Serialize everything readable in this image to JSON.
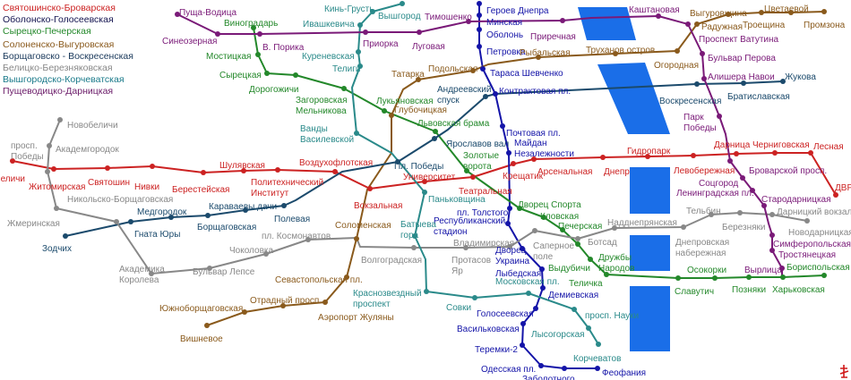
{
  "lines": [
    {
      "id": "red",
      "name": "Святошинско-Броварская",
      "color": "#cc2222",
      "stations": [
        "Беличи",
        "Житомирская",
        "Святошин",
        "Нивки",
        "Берестейская",
        "Шулявская",
        "Политехнический Институт",
        "Воздухофлотская",
        "Вокзальная",
        "Университет",
        "Театральная",
        "Крещатик",
        "Арсенальная",
        "Днепр",
        "Гидропарк",
        "Левобережная",
        "Дарница",
        "Черниговская",
        "Лесная",
        "ДВРЗ"
      ]
    },
    {
      "id": "blue",
      "name": "Оболонско-Голосеевская",
      "color": "#1414a8",
      "stations": [
        "Героев Днепра",
        "Минская",
        "Оболонь",
        "Петровка",
        "Тараса Шевченко",
        "Контрактовая пл.",
        "Почтовая пл.",
        "Майдан Незалежности",
        "пл. Толстого",
        "Республиканский стадион",
        "Дворец Украина",
        "Лыбедская",
        "Демиевская",
        "Голосеевская",
        "Васильковская",
        "Теремки-2",
        "Одесская пл.",
        "Заболотного",
        "Феофания"
      ]
    },
    {
      "id": "green",
      "name": "Сырецко-Печерская",
      "color": "#23882a",
      "stations": [
        "Виноградарь",
        "Мостицкая",
        "Сырецкая",
        "Дорогожичи",
        "Загоровская Мельникова",
        "Лукьяновская",
        "Львовская брама",
        "Золотые ворота",
        "Дворец Спорта",
        "Кловская",
        "Печерская",
        "Выдубичи",
        "Дружбы Народов",
        "Теличка",
        "Славутич",
        "Осокорки",
        "Позняки",
        "Харьковская",
        "Бориспольская"
      ]
    },
    {
      "id": "brown",
      "name": "Солоненско-Выгуровская",
      "color": "#8a5a1c",
      "stations": [
        "Вишневое",
        "Южноборщаговская",
        "Отрадный просп.",
        "Аэропорт Жуляны",
        "Севастопольская пл.",
        "Соломенская",
        "Глубочицкая",
        "Татарка",
        "Подольская",
        "Рыбальская",
        "Труханов остров",
        "Огородная",
        "Радужная",
        "Выгуровщина",
        "Троещина",
        "Цветаевой",
        "Промзона"
      ]
    },
    {
      "id": "navy",
      "name": "Борщаговско - Воскресенская",
      "color": "#1b4a6c",
      "stations": [
        "Зодчих",
        "Гната Юры",
        "Медгородок",
        "Борщаговская",
        "Караваевы дачи",
        "Полевая",
        "Пл. Победы",
        "Ярославов вал",
        "Андреевский спуск",
        "Воскресенская",
        "Братиславская",
        "Жукова"
      ]
    },
    {
      "id": "gray",
      "name": "Белицко-Березняковская",
      "color": "#888888",
      "stations": [
        "Новобеличи",
        "Академгородок",
        "просп. Победы",
        "Жмеринская",
        "Никольско-Борщаговская",
        "Академика Королева",
        "Бульвар Лепсе",
        "Чоколовка",
        "пл. Космонавтов",
        "Волгоградская",
        "Протасов Яр",
        "Владимирская",
        "Саперное поле",
        "Ботсад",
        "Надднепрянская",
        "Днепровская набережная",
        "Тельбин",
        "Березняки",
        "Дарницкий вокзал",
        "Новодарницкая"
      ]
    },
    {
      "id": "teal",
      "name": "Вышгородско-Корчеватская",
      "color": "#2a8a8a",
      "stations": [
        "Вышгород",
        "Кинь-Грусть",
        "Ивашкевича",
        "Куреневская",
        "Телиги",
        "Ванды Василевской",
        "Паньковщина",
        "Батыева гора",
        "Краснозвездный проспект",
        "Совки",
        "Московская пл.",
        "просп. Науки",
        "Лысогорская",
        "Корчеватов"
      ]
    },
    {
      "id": "purple",
      "name": "Пущеводицко-Дарницкая",
      "color": "#7a1a78",
      "stations": [
        "Пуща-Водица",
        "Синеозерная",
        "В. Порика",
        "Приорка",
        "Луговая",
        "Тимошенко",
        "Приречная",
        "Каштановая",
        "Проспект Ватутина",
        "Бульвар Перова",
        "Алишера Навои",
        "Парк Победы",
        "Броварской просп.",
        "Соцгород",
        "Ленинградская пл.",
        "Стародарницкая",
        "Симферопольская",
        "Тростянецкая",
        "Вырлица"
      ]
    }
  ],
  "river_color": "#1a6ee8"
}
